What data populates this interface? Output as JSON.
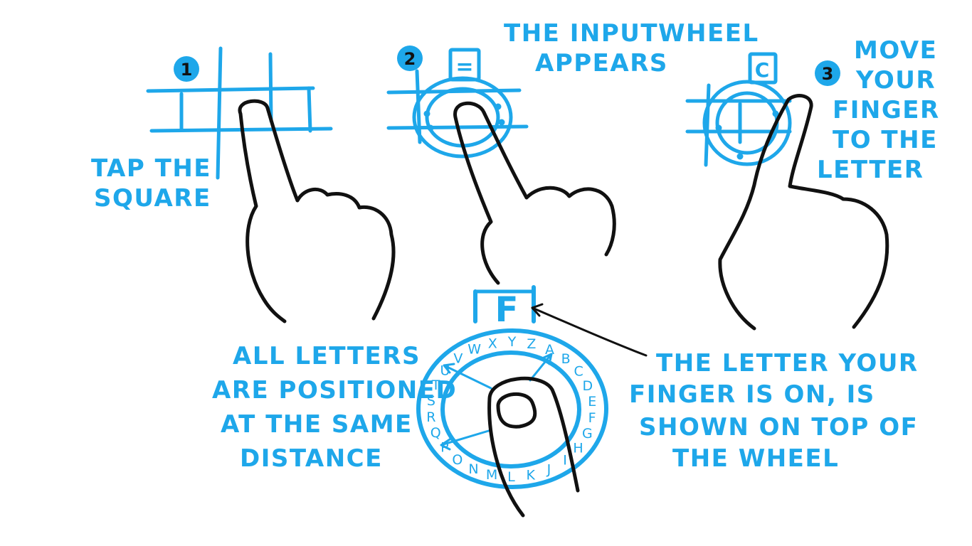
{
  "colors": {
    "accent": "#1ea7ea",
    "ink": "#111111",
    "background": "#ffffff"
  },
  "steps": [
    {
      "number": "1",
      "caption": [
        "TAP THE",
        "SQUARE"
      ]
    },
    {
      "number": "2",
      "caption": [
        "THE INPUTWHEEL",
        "APPEARS"
      ],
      "display_letter": "="
    },
    {
      "number": "3",
      "caption": [
        "MOVE",
        "YOUR",
        "FINGER",
        "TO THE",
        "LETTER"
      ],
      "display_letter": "C"
    }
  ],
  "wheel": {
    "display_letter": "F",
    "letters": [
      "A",
      "B",
      "C",
      "D",
      "E",
      "F",
      "G",
      "H",
      "I",
      "J",
      "K",
      "L",
      "M",
      "N",
      "O",
      "P",
      "Q",
      "R",
      "S",
      "T",
      "U",
      "V",
      "W",
      "X",
      "Y",
      "Z"
    ]
  },
  "annotations": {
    "left": [
      "ALL LETTERS",
      "ARE POSITIONED",
      "AT THE SAME",
      "DISTANCE"
    ],
    "right": [
      "THE LETTER YOUR",
      "FINGER IS ON, IS",
      "SHOWN ON TOP OF",
      "THE WHEEL"
    ]
  }
}
